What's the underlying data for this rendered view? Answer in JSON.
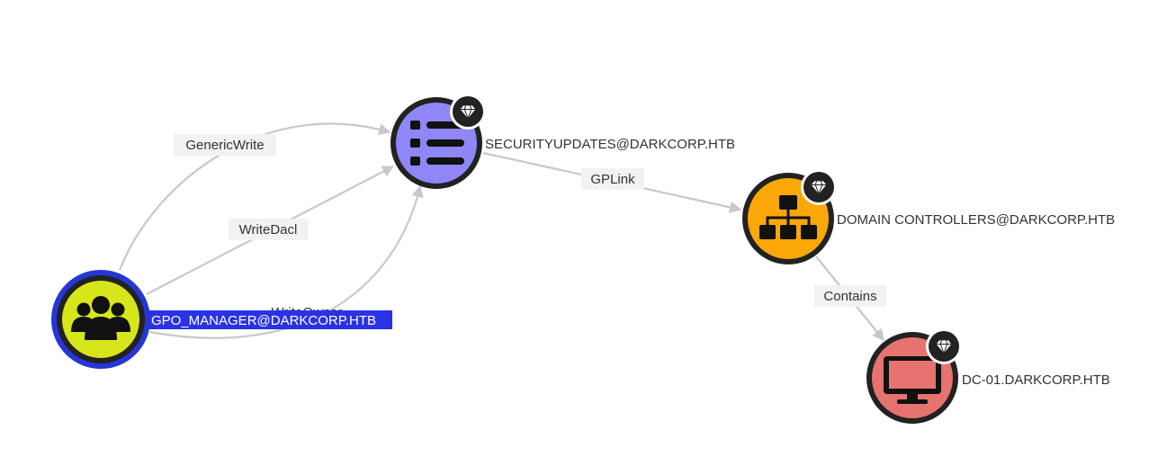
{
  "graph": {
    "nodes": {
      "gpo_manager": {
        "label": "GPO_MANAGER@DARKCORP.HTB",
        "type": "group",
        "color": "#d7e61a",
        "selected": true,
        "highlight": "#2437d6"
      },
      "securityupdates": {
        "label": "SECURITYUPDATES@DARKCORP.HTB",
        "type": "gpo",
        "color": "#8f86f7",
        "tier_zero": true
      },
      "domain_controllers": {
        "label": "DOMAIN CONTROLLERS@DARKCORP.HTB",
        "type": "ou",
        "color": "#fba707",
        "tier_zero": true
      },
      "dc01": {
        "label": "DC-01.DARKCORP.HTB",
        "type": "computer",
        "color": "#e6736f",
        "tier_zero": true
      }
    },
    "edges": {
      "generic_write": {
        "label": "GenericWrite",
        "from": "GPO_MANAGER@DARKCORP.HTB",
        "to": "SECURITYUPDATES@DARKCORP.HTB"
      },
      "write_dacl": {
        "label": "WriteDacl",
        "from": "GPO_MANAGER@DARKCORP.HTB",
        "to": "SECURITYUPDATES@DARKCORP.HTB"
      },
      "write_owner": {
        "label": "WriteOwner",
        "from": "GPO_MANAGER@DARKCORP.HTB",
        "to": "SECURITYUPDATES@DARKCORP.HTB"
      },
      "gplink": {
        "label": "GPLink",
        "from": "SECURITYUPDATES@DARKCORP.HTB",
        "to": "DOMAIN CONTROLLERS@DARKCORP.HTB"
      },
      "contains": {
        "label": "Contains",
        "from": "DOMAIN CONTROLLERS@DARKCORP.HTB",
        "to": "DC-01.DARKCORP.HTB"
      }
    },
    "icons": {
      "group": "users-icon",
      "gpo": "list-icon",
      "ou": "sitemap-icon",
      "computer": "monitor-icon",
      "tier_zero": "gem-icon"
    }
  }
}
